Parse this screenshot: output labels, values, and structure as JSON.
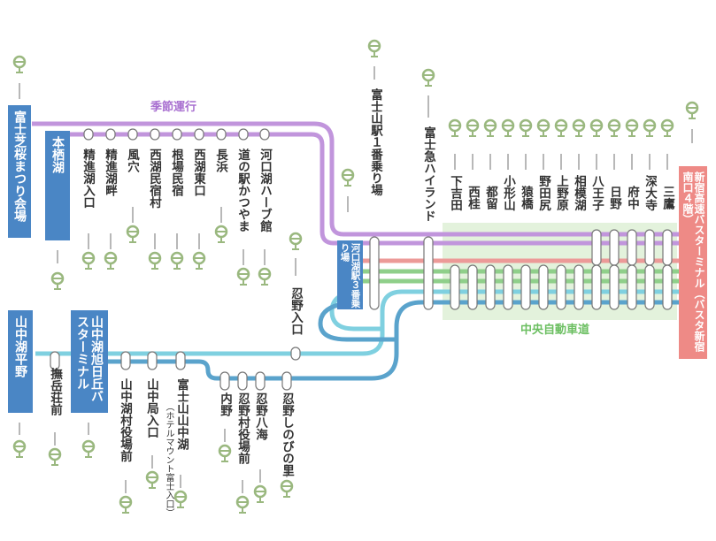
{
  "labels": {
    "seasonal": "季節運行",
    "chuo": "中央自動車道"
  },
  "colors": {
    "purple": "#c195dc",
    "pink": "#ec9a98",
    "green": "#8fcf8a",
    "cyan": "#7fd0e0",
    "blue": "#5aa3cc",
    "stop": "#9ab87f",
    "box": "#4a86c5",
    "terminal": "#ee8a86",
    "highway_band": "#e3f2dc"
  },
  "terminals": {
    "fuji_shibazakura": "富士芝桜まつり会場",
    "motosuko": "本栖湖",
    "yamanakako_hirano": "山中湖平野",
    "yamanakako_asahigaoka": "山中湖旭日丘バスターミナル",
    "kawaguchiko": "河口湖駅３番乗り場",
    "shinjuku": "新宿高速バスターミナル（バスタ新宿南口４階）"
  },
  "stops_upper": [
    "精進湖入口",
    "精進湖畔",
    "風穴",
    "西湖民宿村",
    "根場民宿",
    "西湖東口",
    "長浜",
    "道の駅かつやま",
    "河口湖ハーブ館"
  ],
  "fujisan": "富士山駅１番乗り場",
  "fujikyu": "富士急ハイランド",
  "oshino_iriguchi": "忍野入口",
  "highway_stops": [
    "下吉田",
    "西桂",
    "都留",
    "小形山",
    "猿橋",
    "野田尻",
    "上野原",
    "相模湖",
    "八王子",
    "日野",
    "府中",
    "深大寺",
    "三鷹"
  ],
  "stops_lower": [
    {
      "name": "撫岳荘前"
    },
    {
      "name": "山中湖村役場前"
    },
    {
      "name": "山中局入口"
    },
    {
      "name": "富士山山中湖",
      "sub": "（ホテルマウント富士入口）"
    },
    {
      "name": "内野"
    },
    {
      "name": "忍野八海"
    },
    {
      "name": "忍野村役場前"
    },
    {
      "name": "忍野しのびの里"
    }
  ]
}
